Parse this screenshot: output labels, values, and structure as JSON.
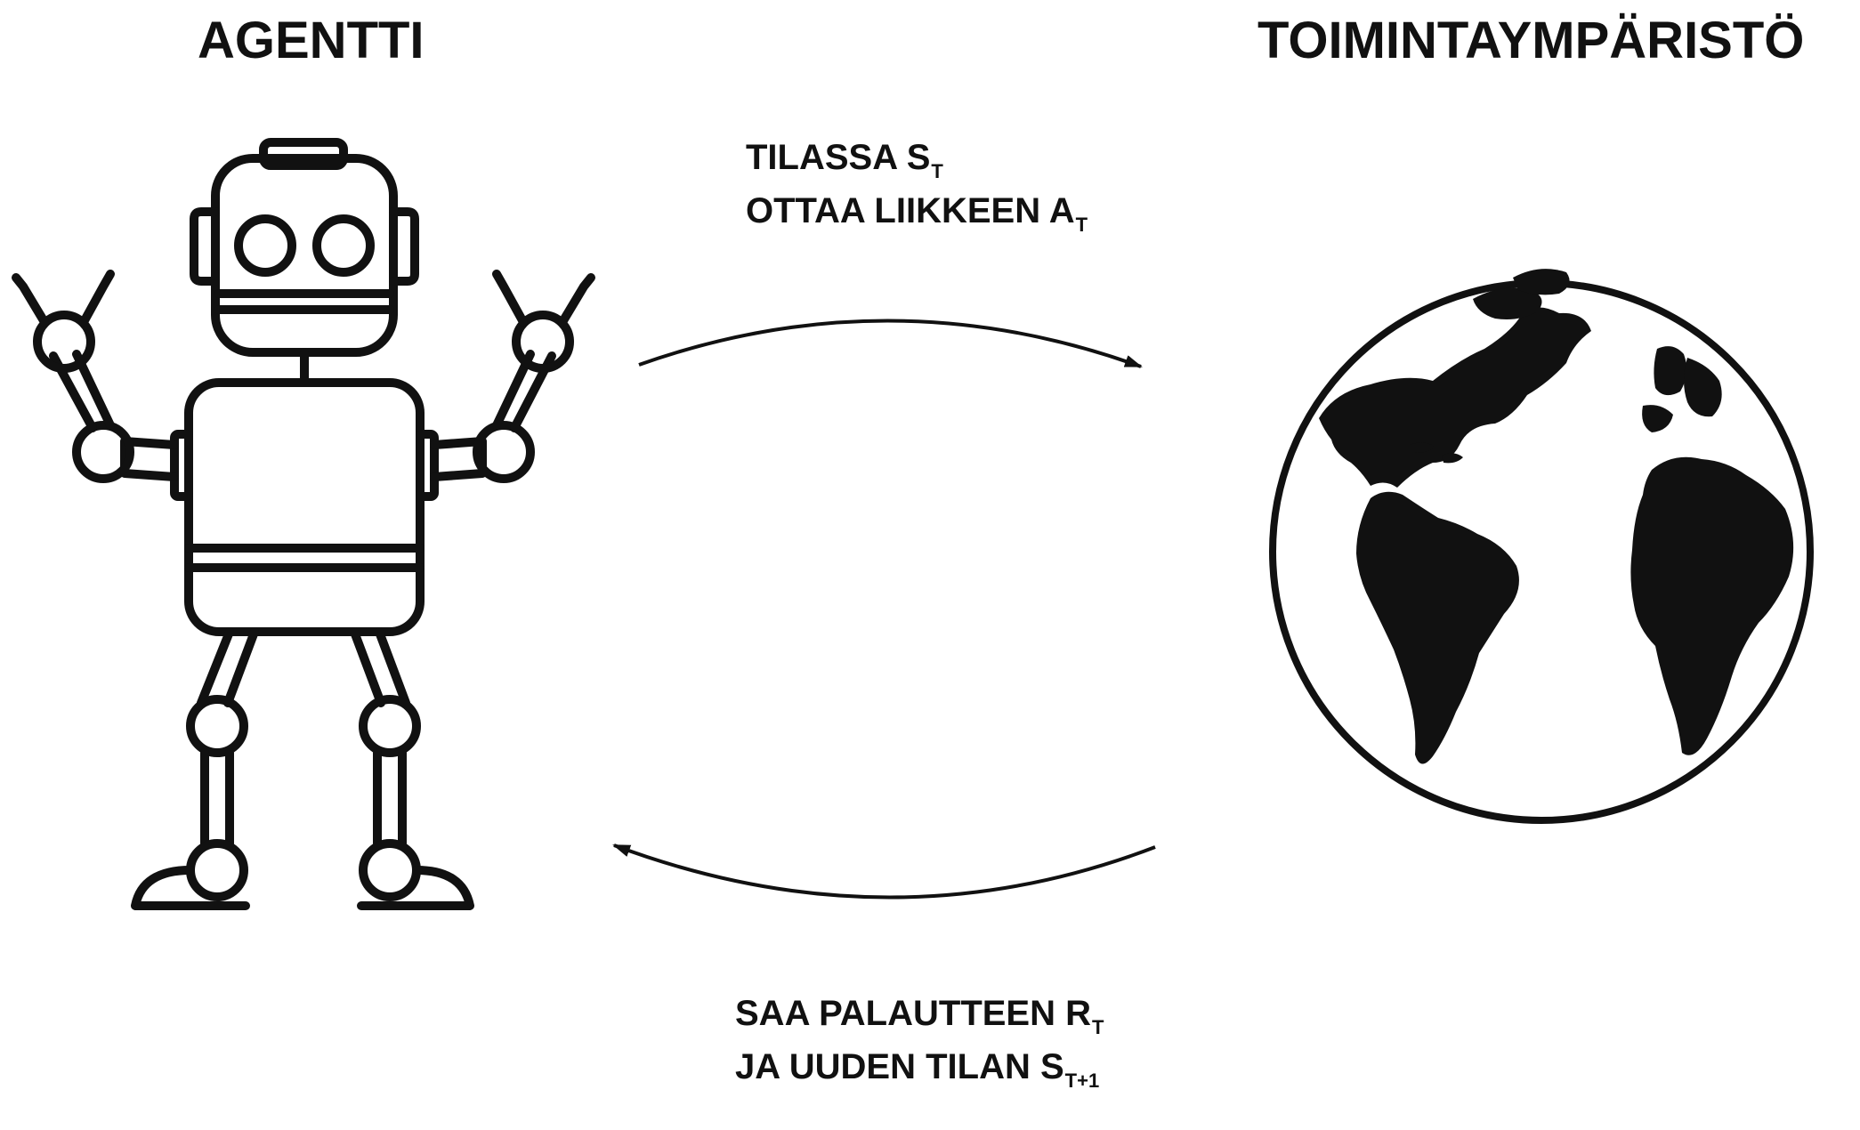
{
  "headings": {
    "agent": "AGENTTI",
    "environment": "TOIMINTAYMPÄRISTÖ"
  },
  "action_caption": {
    "line1_text": "TILASSA S",
    "line1_sub": "T",
    "line2_text": "OTTAA LIIKKEEN A",
    "line2_sub": "T"
  },
  "feedback_caption": {
    "line1_text": "SAA PALAUTTEEN R",
    "line1_sub": "T",
    "line2_text": "JA UUDEN TILAN S",
    "line2_sub": "T+1"
  },
  "icons": {
    "agent": "robot-icon",
    "environment": "globe-icon"
  },
  "colors": {
    "ink": "#111111",
    "background": "#ffffff"
  }
}
